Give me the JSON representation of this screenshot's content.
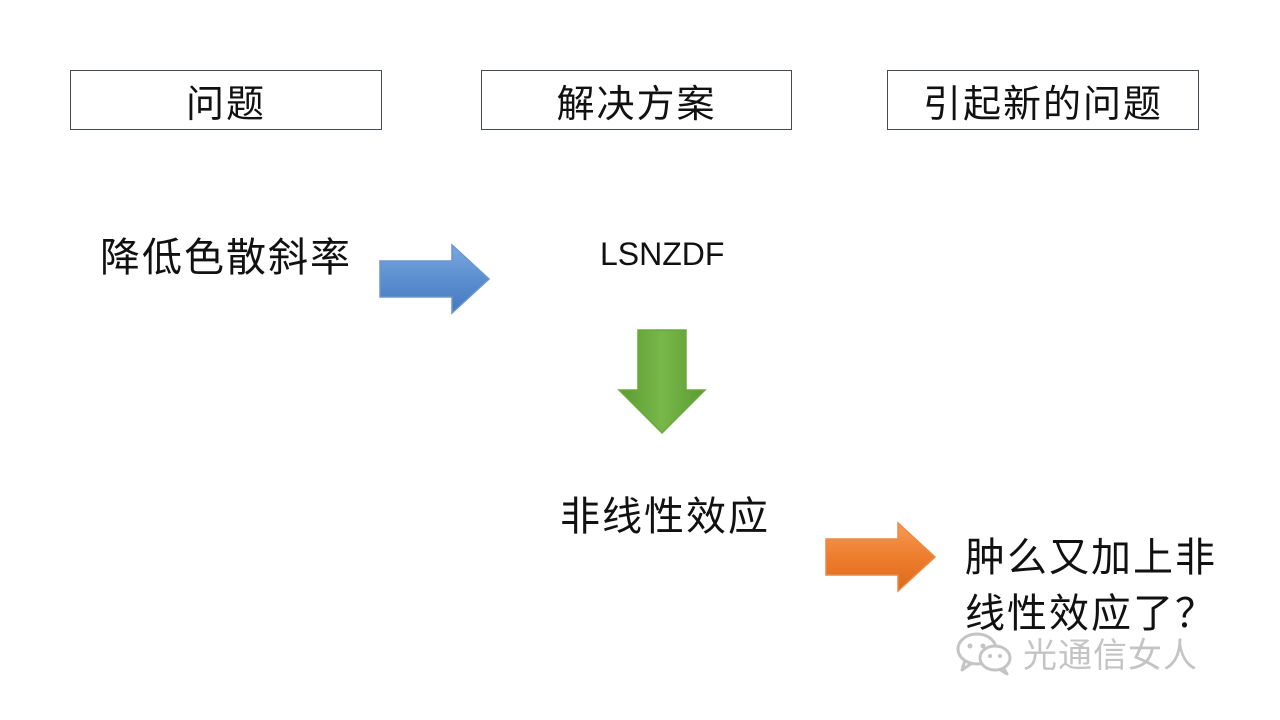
{
  "headers": {
    "problem": "问题",
    "solution": "解决方案",
    "new_problem": "引起新的问题"
  },
  "content": {
    "problem_1": "降低色散斜率",
    "solution_1": "LSNZDF",
    "new_problem_1": "非线性效应",
    "question": "肿么又加上非线性效应了？"
  },
  "watermark": {
    "text": "光通信女人",
    "icon": "wechat-icon"
  },
  "colors": {
    "blue_arrow": "#5b8fd0",
    "green_arrow": "#6aaa3c",
    "orange_arrow": "#ee7d2e",
    "box_border": "#444a52",
    "watermark": "#c4c4c4"
  }
}
